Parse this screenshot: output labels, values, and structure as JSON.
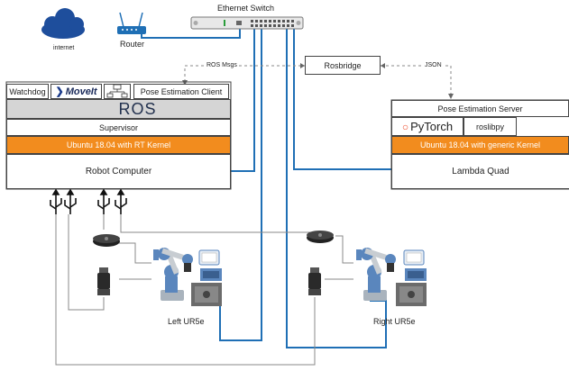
{
  "network": {
    "switch_label": "Ethernet Switch",
    "internet_label": "internet",
    "router_label": "Router",
    "rosbridge_label": "Rosbridge",
    "ros_msgs_label": "ROS Msgs",
    "json_label": "JSON"
  },
  "robot_computer": {
    "watchdog": "Watchdog",
    "moveit": "MoveIt",
    "pose_client": "Pose Estimation Client",
    "ros_logo": "ROS",
    "supervisor": "Supervisor",
    "os": "Ubuntu 18.04 with RT Kernel",
    "name": "Robot Computer"
  },
  "lambda_quad": {
    "pose_server": "Pose Estimation Server",
    "pytorch": "PyTorch",
    "roslibpy": "roslibpy",
    "os": "Ubuntu 18.04 with generic Kernel",
    "name": "Lambda Quad"
  },
  "robots": {
    "left_label": "Left UR5e",
    "right_label": "Right UR5e"
  },
  "colors": {
    "wire_blue": "#1f6fb5",
    "ros_gray": "#d5d5d5",
    "ubuntu_orange": "#f28c1e",
    "cloud_blue": "#1e4e9c",
    "robot_blue": "#4f7fb8"
  }
}
